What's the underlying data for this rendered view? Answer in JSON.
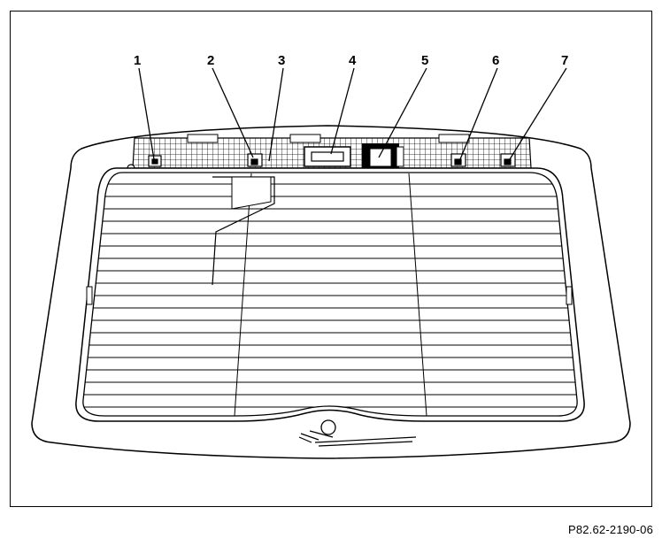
{
  "figure": {
    "reference_code": "P82.62-2190-06",
    "callouts": [
      {
        "id": "1",
        "label": "1"
      },
      {
        "id": "2",
        "label": "2"
      },
      {
        "id": "3",
        "label": "3"
      },
      {
        "id": "4",
        "label": "4"
      },
      {
        "id": "5",
        "label": "5"
      },
      {
        "id": "6",
        "label": "6"
      },
      {
        "id": "7",
        "label": "7"
      }
    ]
  },
  "colors": {
    "line": "#000000",
    "background": "#ffffff",
    "panel_fill": "#ffffff"
  }
}
